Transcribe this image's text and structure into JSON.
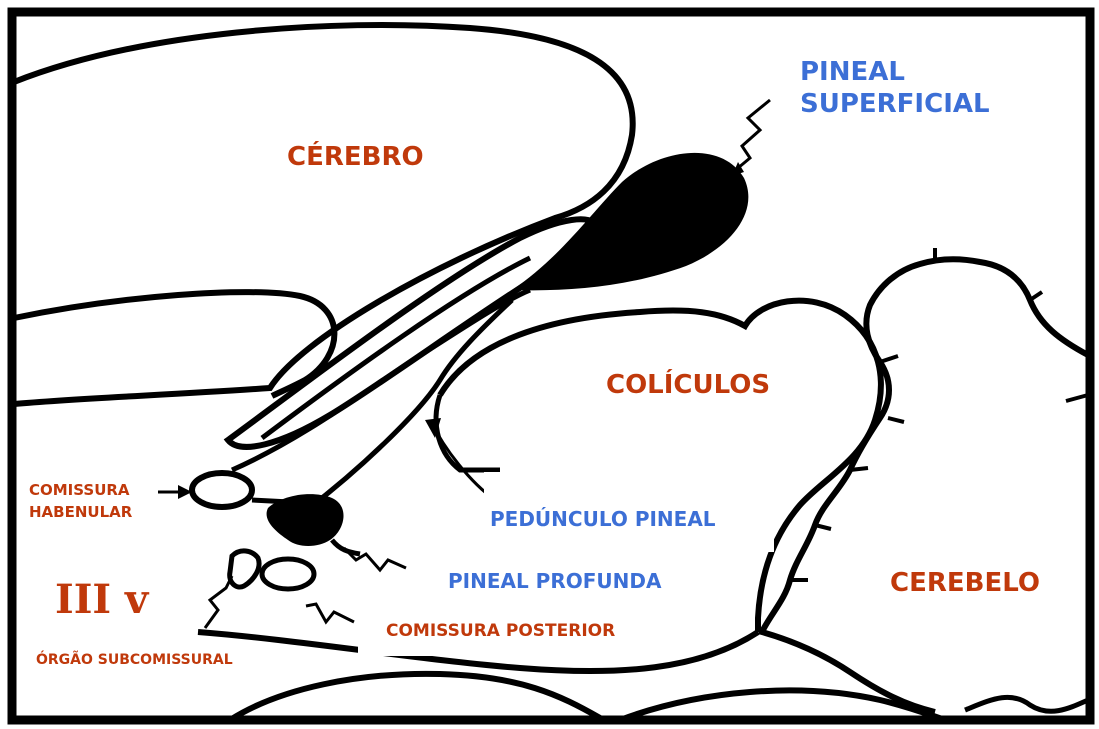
{
  "colors": {
    "red": "#c0390b",
    "blue": "#3c6fd6",
    "outline": "#000000"
  },
  "labels": {
    "cerebro": "CÉREBRO",
    "pineal_superficial_1": "PINEAL",
    "pineal_superficial_2": "SUPERFICIAL",
    "coliculos": "COLÍCULOS",
    "comissura_habenular_1": "COMISSURA",
    "comissura_habenular_2": "HABENULAR",
    "pedunculo_pineal": "PEDÚNCULO PINEAL",
    "pineal_profunda": "PINEAL PROFUNDA",
    "iii_v": "III v",
    "cerebelo": "CEREBELO",
    "comissura_posterior": "COMISSURA POSTERIOR",
    "orgao_subcomissural": "ÓRGÃO SUBCOMISSURAL"
  }
}
